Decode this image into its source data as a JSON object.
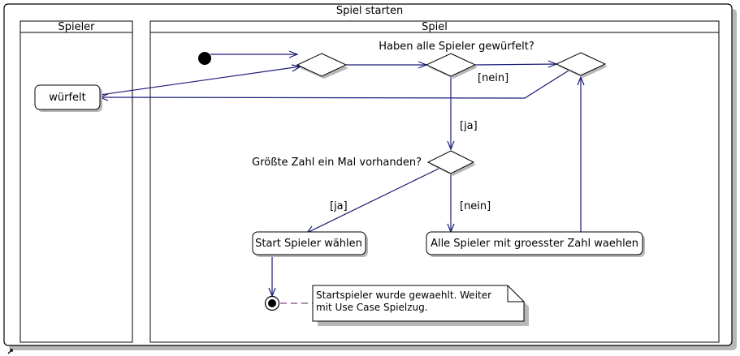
{
  "diagram": {
    "title": "Spiel starten",
    "swimlanes": [
      "Spieler",
      "Spiel"
    ],
    "actions": {
      "wuerfelt": "würfelt",
      "start_spieler": "Start Spieler wählen",
      "alle_spieler": "Alle Spieler mit groesster Zahl waehlen"
    },
    "decisions": {
      "haben_alle": "Haben alle Spieler gewürfelt?",
      "groesste_zahl": "Größte Zahl ein Mal vorhanden?"
    },
    "guards": {
      "nein_top": "[nein]",
      "ja_mid": "[ja]",
      "ja_left": "[ja]",
      "nein_right": "[nein]"
    },
    "note": {
      "line1": "Startspieler wurde gewaehlt. Weiter",
      "line2": "mit Use Case Spielzug."
    },
    "colors": {
      "edge": "#1a1a7a",
      "note_link": "#5a1a5a",
      "shadow": "#b8b8b8"
    }
  }
}
